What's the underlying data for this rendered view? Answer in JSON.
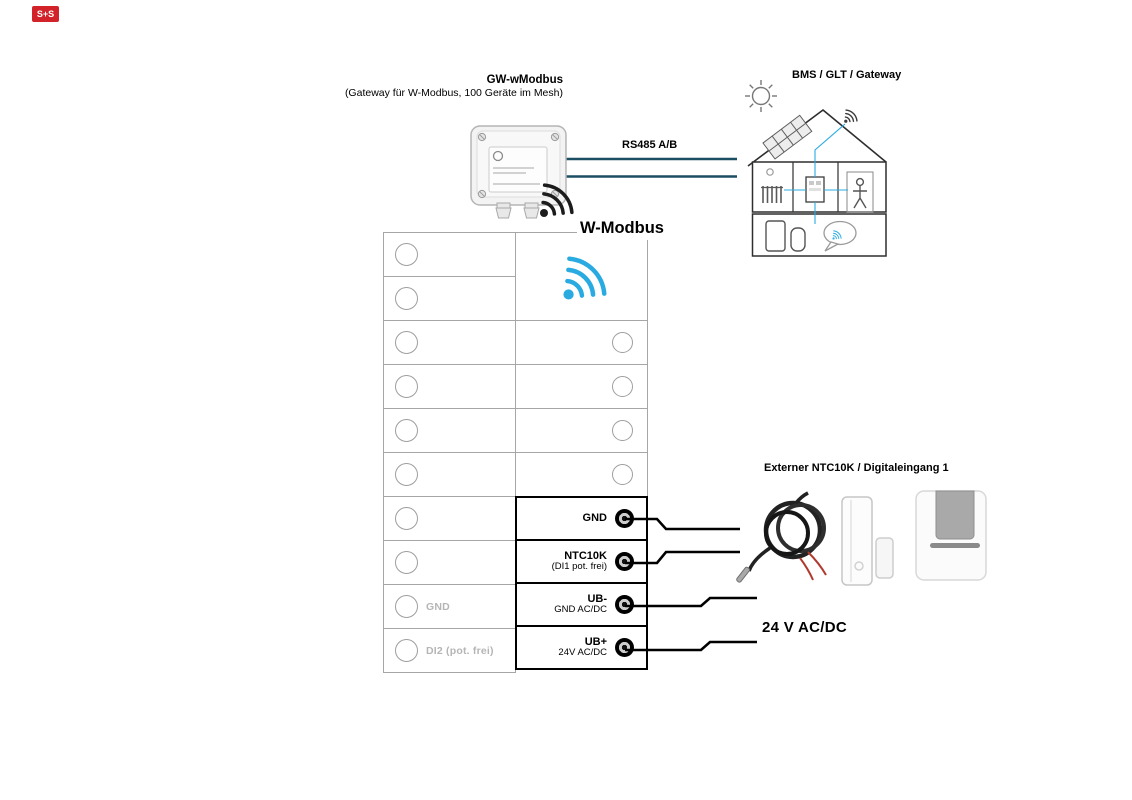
{
  "page": {
    "background": "#ffffff"
  },
  "brand": {
    "label": "S+S",
    "color": "#d2232a"
  },
  "colors": {
    "wifi_blue": "#29abe2",
    "bus_line": "#1b4e62",
    "wire_black": "#000000",
    "grid_border": "#a6a6a6",
    "muted_text": "#b5b5b5",
    "probe_red": "#b03a2e"
  },
  "gateway": {
    "title": "GW-wModbus",
    "subtitle": "(Gateway für W-Modbus, 100 Geräte im Mesh)"
  },
  "bus": {
    "label": "RS485 A/B"
  },
  "bms": {
    "label": "BMS / GLT / Gateway"
  },
  "radio": {
    "label": "W-Modbus"
  },
  "external_input": {
    "title": "Externer NTC10K / Digitaleingang 1",
    "voltage": "24 V AC/DC"
  },
  "terminal_block": {
    "left_labels": {
      "gnd": "GND",
      "di2": "DI2 (pot. frei)"
    },
    "terminals": [
      {
        "label": "GND",
        "sub": ""
      },
      {
        "label": "NTC10K",
        "sub": "(DI1 pot. frei)"
      },
      {
        "label": "UB-",
        "sub": "GND AC/DC"
      },
      {
        "label": "UB+",
        "sub": "24V AC/DC"
      }
    ]
  }
}
